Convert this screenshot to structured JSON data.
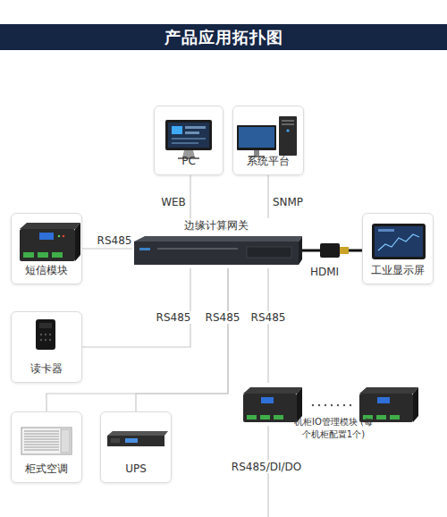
{
  "diagram": {
    "title": "产品应用拓扑图",
    "nodes": [
      {
        "text": [
          "PC"
        ]
      },
      {
        "text": [
          "系统平台"
        ]
      },
      {
        "text": [
          "短信模块"
        ]
      },
      {
        "text": [
          "边缘计算网关"
        ]
      },
      {
        "text": [
          "工业显示屏"
        ]
      },
      {
        "text": [
          "读卡器"
        ]
      },
      {
        "text": [
          "柜式空调"
        ]
      },
      {
        "text": [
          "UPS"
        ]
      },
      {
        "text": [
          "机柜IO管理模块 (每个机柜配置1个)"
        ]
      }
    ],
    "edges": [
      {
        "from": 0,
        "to": 3,
        "label": "WEB",
        "arrow": "none"
      },
      {
        "from": 1,
        "to": 3,
        "label": "SNMP",
        "arrow": "none"
      },
      {
        "from": 2,
        "to": 3,
        "label": "RS485",
        "arrow": "none"
      },
      {
        "from": 3,
        "to": 4,
        "label": "HDMI",
        "arrow": "none"
      },
      {
        "from": 3,
        "to": 5,
        "label": "RS485",
        "arrow": "none"
      },
      {
        "from": 3,
        "to": 6,
        "label": "RS485",
        "arrow": "none"
      },
      {
        "from": 3,
        "to": 7,
        "arrow": "none"
      },
      {
        "from": 3,
        "to": 8,
        "label": "RS485",
        "arrow": "none"
      }
    ],
    "labels": [
      "RS485/DI/DO"
    ]
  }
}
